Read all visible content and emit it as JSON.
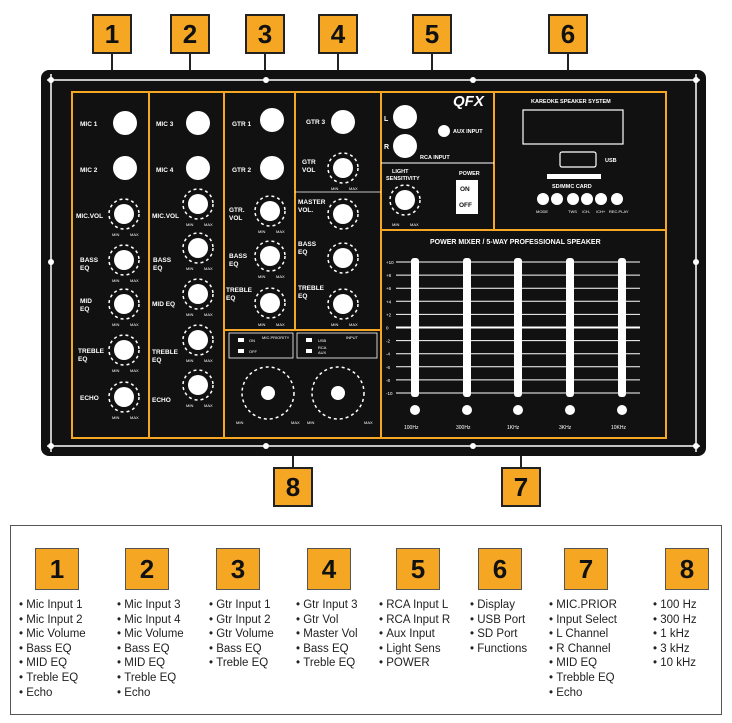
{
  "colors": {
    "panel": "#111111",
    "accent": "#f5a623",
    "text": "#ffffff"
  },
  "callouts": [
    "1",
    "2",
    "3",
    "4",
    "5",
    "6",
    "7",
    "8"
  ],
  "panel": {
    "brand": "QFX",
    "sec1": {
      "mic1": "MIC 1",
      "mic2": "MIC 2",
      "micvol": "MIC.VOL",
      "bass": [
        "BASS",
        "EQ"
      ],
      "mid": [
        "MID",
        "EQ"
      ],
      "treble": [
        "TREBLE",
        "EQ"
      ],
      "echo": "ECHO"
    },
    "sec2": {
      "mic3": "MIC 3",
      "mic4": "MIC 4",
      "micvol": "MIC.VOL",
      "bass": [
        "BASS",
        "EQ"
      ],
      "mid": "MID EQ",
      "treble": [
        "TREBLE",
        "EQ"
      ],
      "echo": "ECHO"
    },
    "sec3": {
      "gtr1": "GTR 1",
      "gtr2": "GTR 2",
      "gtrvol": [
        "GTR.",
        "VOL"
      ],
      "bass": [
        "BASS",
        "EQ"
      ],
      "treble": [
        "TREBLE",
        "EQ"
      ]
    },
    "sec4": {
      "gtr3": "GTR 3",
      "gtrvol": [
        "GTR",
        "VOL"
      ],
      "master": [
        "MASTER",
        "VOL."
      ],
      "bass": [
        "BASS",
        "EQ"
      ],
      "treble": [
        "TREBLE",
        "EQ"
      ]
    },
    "sec5": {
      "l": "L",
      "r": "R",
      "aux": "AUX INPUT",
      "rca": "RCA INPUT",
      "light": [
        "LIGHT",
        "SENSITIVITY"
      ],
      "power": "POWER",
      "on": "ON",
      "off": "OFF"
    },
    "sec6": {
      "title": "KAREOKE  SPEAKER  SYSTEM",
      "usb": "USB",
      "sd": "SD/MMC CARD",
      "buttons": [
        "MODE",
        "",
        "TWS",
        "/CH-",
        "/CH+",
        "REC.PLAY"
      ]
    },
    "sec7": {
      "title": "POWER MIXER / 5-WAY  PROFESSIONAL SPEAKER",
      "scale": [
        "+10",
        "+8",
        "+6",
        "+4",
        "+2",
        "0",
        "-2",
        "-4",
        "-6",
        "-8",
        "-10"
      ],
      "bands": [
        "100Hz",
        "300Hz",
        "1KHz",
        "3KHz",
        "10KHz"
      ],
      "band_levels_db": [
        0,
        0,
        0,
        0,
        0
      ]
    },
    "sec8": {
      "on": "ON",
      "off": "OFF",
      "micpriority": "MIC.PRIORITY",
      "usb": "USB",
      "rca": [
        "RCA",
        "AUX"
      ],
      "input": "INPUT"
    },
    "min": "MIN",
    "max": "MAX"
  },
  "legend": [
    {
      "num": "1",
      "items": [
        "Mic Input 1",
        "Mic Input 2",
        "Mic Volume",
        "Bass EQ",
        "MID EQ",
        "Treble EQ",
        "Echo"
      ]
    },
    {
      "num": "2",
      "items": [
        "Mic Input 3",
        "Mic Input 4",
        "Mic Volume",
        "Bass EQ",
        "MID EQ",
        "Treble EQ",
        "Echo"
      ]
    },
    {
      "num": "3",
      "items": [
        "Gtr Input 1",
        "Gtr Input 2",
        "Gtr Volume",
        "Bass EQ",
        "Treble EQ"
      ]
    },
    {
      "num": "4",
      "items": [
        "Gtr Input 3",
        "Gtr Vol",
        "Master Vol",
        "Bass EQ",
        "Treble EQ"
      ]
    },
    {
      "num": "5",
      "items": [
        "RCA Input L",
        "RCA Input R",
        "Aux Input",
        "Light Sens",
        "POWER"
      ]
    },
    {
      "num": "6",
      "items": [
        "Display",
        "USB Port",
        "SD Port",
        "Functions"
      ]
    },
    {
      "num": "7",
      "items": [
        "MIC.PRIOR",
        "Input Select",
        "L Channel",
        "R Channel",
        "MID EQ",
        "Trebble EQ",
        "Echo"
      ]
    },
    {
      "num": "8",
      "items": [
        "100 Hz",
        "300 Hz",
        "1 kHz",
        "3 kHz",
        "10 kHz"
      ]
    }
  ]
}
